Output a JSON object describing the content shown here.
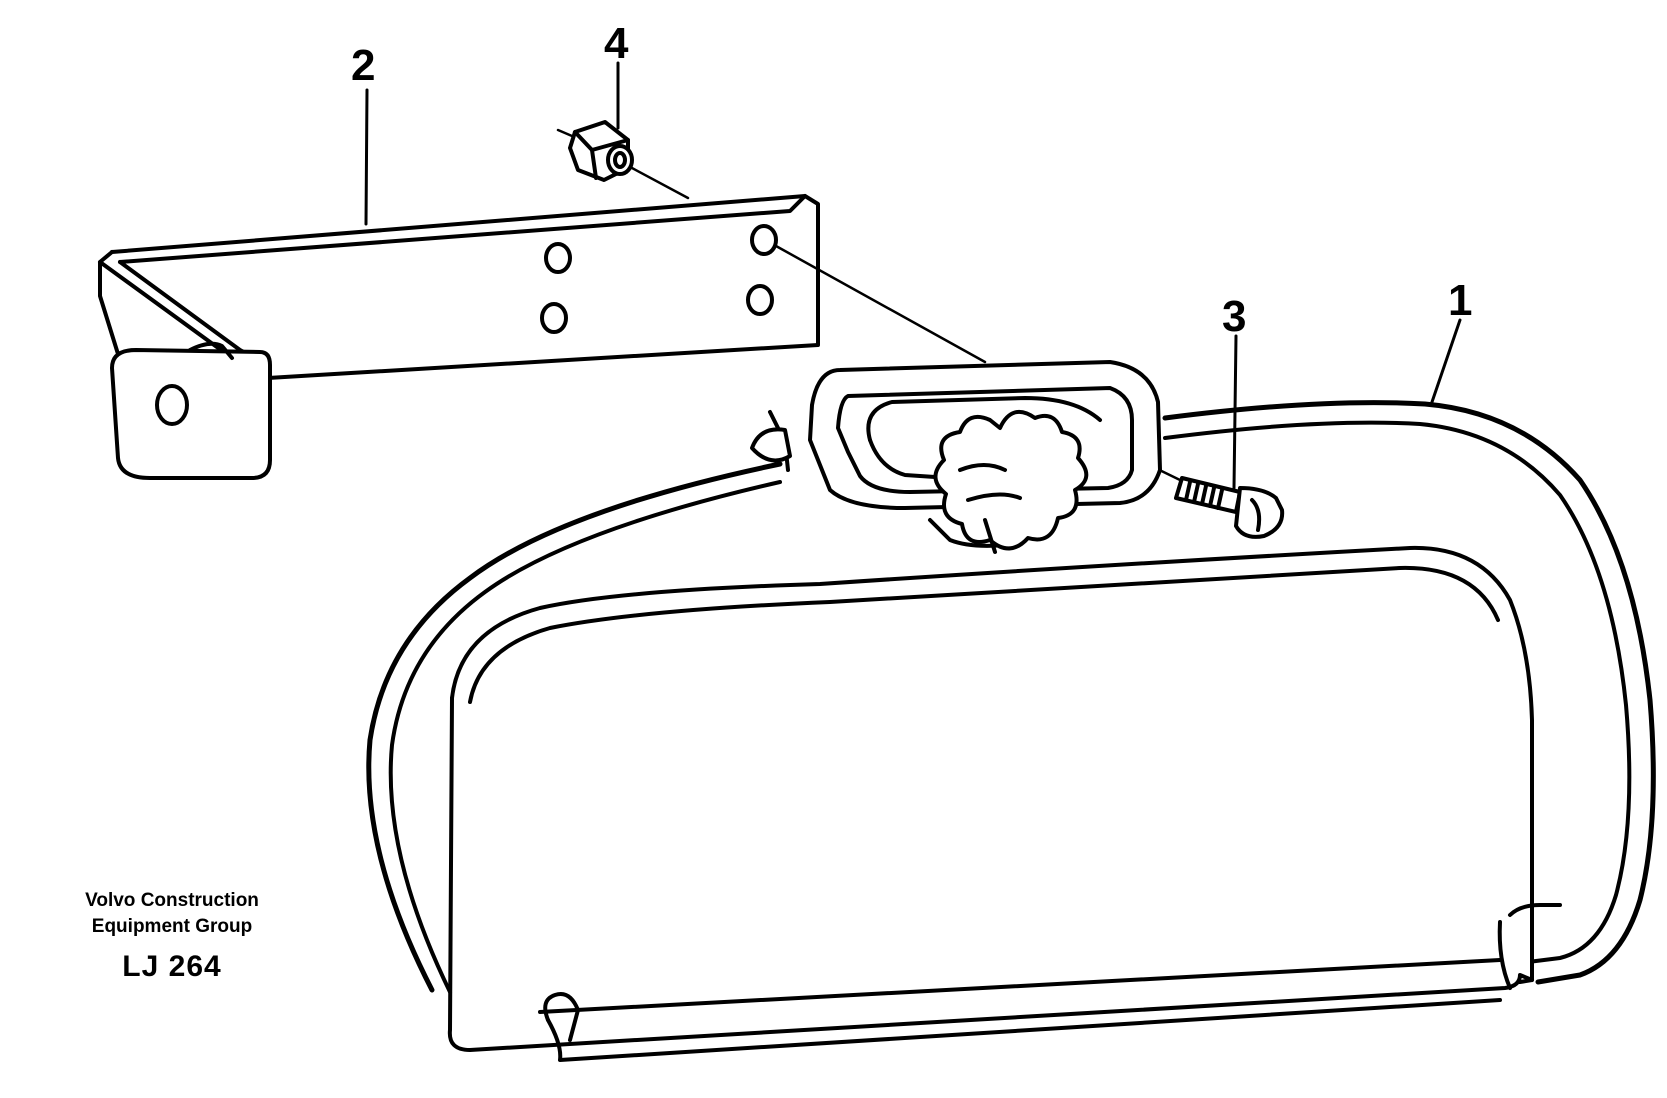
{
  "callouts": {
    "part_1": "1",
    "part_2": "2",
    "part_3": "3",
    "part_4": "4"
  },
  "caption": {
    "line_1": "Volvo Construction",
    "line_2": "Equipment Group",
    "code": "LJ 264"
  }
}
